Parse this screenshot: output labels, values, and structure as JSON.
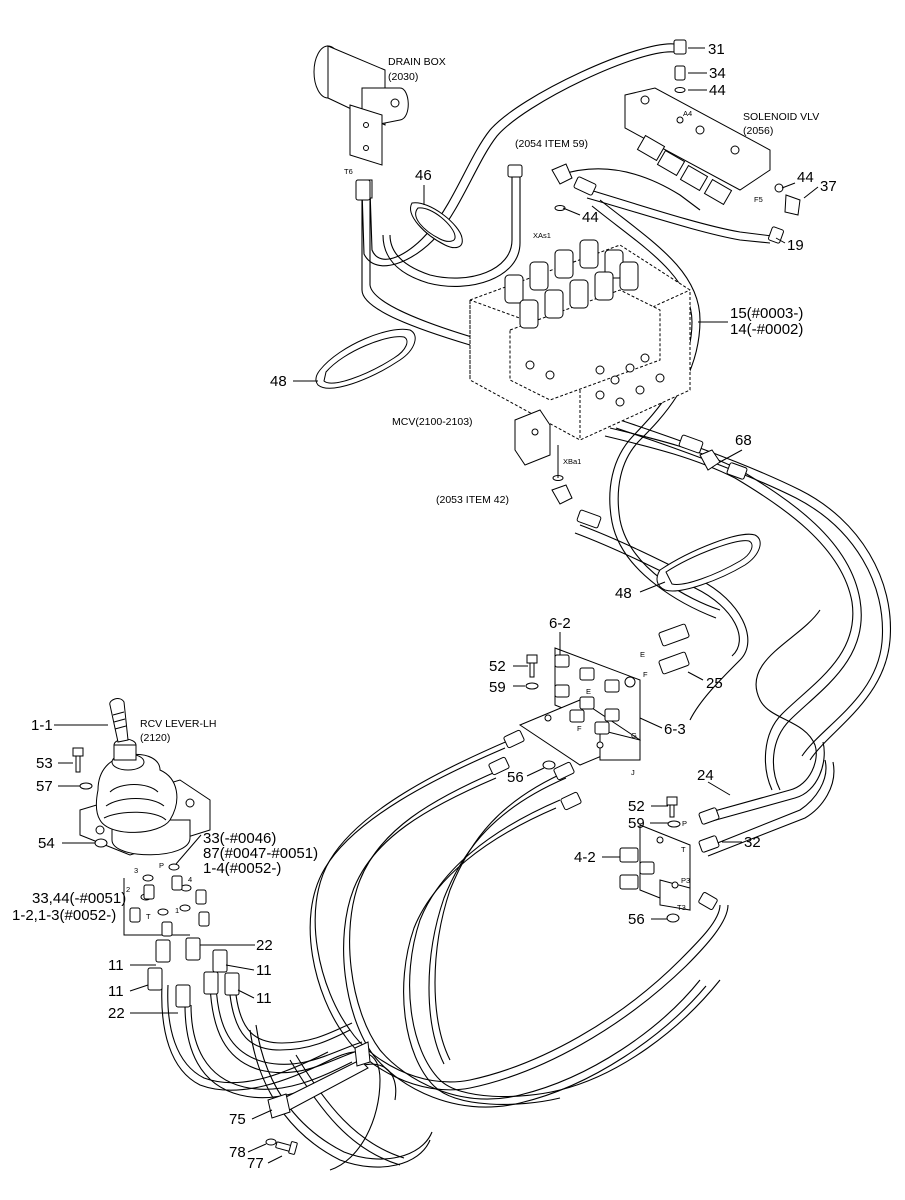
{
  "callouts": {
    "c31": "31",
    "c34": "34",
    "c44a": "44",
    "c44b": "44",
    "c44c": "44",
    "c37": "37",
    "c19": "19",
    "c46": "46",
    "c48a": "48",
    "c48b": "48",
    "c15": "15(#0003-)",
    "c14": "14(-#0002)",
    "c68": "68",
    "c62": "6-2",
    "c52a": "52",
    "c59a": "59",
    "c25": "25",
    "c63": "6-3",
    "c56a": "56",
    "c24": "24",
    "c52b": "52",
    "c59b": "59",
    "c32": "32",
    "c42": "4-2",
    "c56b": "56",
    "c11": "1-1",
    "c53": "53",
    "c57": "57",
    "c54": "54",
    "c33": "33(-#0046)",
    "c87": "87(#0047-#0051)",
    "c14b": "1-4(#0052-)",
    "c3344": "33,44(-#0051)",
    "c1213": "1-2,1-3(#0052-)",
    "c22a": "22",
    "c11a": "11",
    "c11b": "11",
    "c11c": "11",
    "c11d": "11",
    "c22b": "22",
    "c75": "75",
    "c78": "78",
    "c77": "77"
  },
  "labels": {
    "drain_box": "DRAIN BOX",
    "drain_box_ref": "(2030)",
    "solenoid": "SOLENOID VLV",
    "solenoid_ref": "(2056)",
    "ref2054": "(2054 ITEM 59)",
    "ref2053": "(2053 ITEM 42)",
    "mcv": "MCV(2100-2103)",
    "rcv": "RCV LEVER-LH",
    "rcv_ref": "(2120)"
  },
  "ports": {
    "t6": "T6",
    "a4": "A4",
    "f5": "F5",
    "xas1": "XAs1",
    "xba1": "XBa1",
    "e1": "E",
    "f1": "F",
    "e2": "E",
    "f2": "F",
    "g": "G",
    "j": "J",
    "p1": "P",
    "t1": "T",
    "p3": "P3",
    "t3": "T3",
    "n1": "1",
    "n2": "2",
    "n3": "3",
    "n4": "4",
    "np": "P",
    "nt": "T"
  }
}
